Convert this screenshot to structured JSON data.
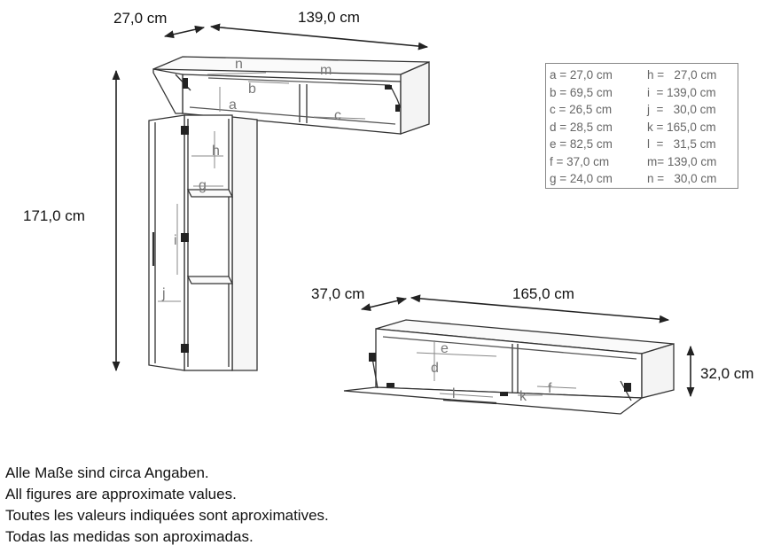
{
  "dimensions": {
    "top_depth": "27,0 cm",
    "top_width": "139,0 cm",
    "total_height": "171,0 cm",
    "bottom_depth": "37,0 cm",
    "bottom_width": "165,0 cm",
    "bottom_height": "32,0 cm"
  },
  "letters": {
    "a": "a",
    "b": "b",
    "c": "c",
    "d": "d",
    "e": "e",
    "f": "f",
    "g": "g",
    "h": "h",
    "i": "i",
    "j": "j",
    "k": "k",
    "l": "l",
    "m": "m",
    "n": "n"
  },
  "legend": [
    [
      "a = 27,0 cm",
      "h =   27,0 cm"
    ],
    [
      "b = 69,5 cm",
      "i  = 139,0 cm"
    ],
    [
      "c = 26,5 cm",
      "j  =   30,0 cm"
    ],
    [
      "d = 28,5 cm",
      "k = 165,0 cm"
    ],
    [
      "e = 82,5 cm",
      "l  =   31,5 cm"
    ],
    [
      "f = 37,0 cm",
      "m= 139,0 cm"
    ],
    [
      "g = 24,0 cm",
      "n =   30,0 cm"
    ]
  ],
  "notes": [
    "Alle Maße sind circa Angaben.",
    "All figures are approximate values.",
    "Toutes les valeurs indiquées sont aproximatives.",
    "Todas las medidas son aproximadas."
  ]
}
